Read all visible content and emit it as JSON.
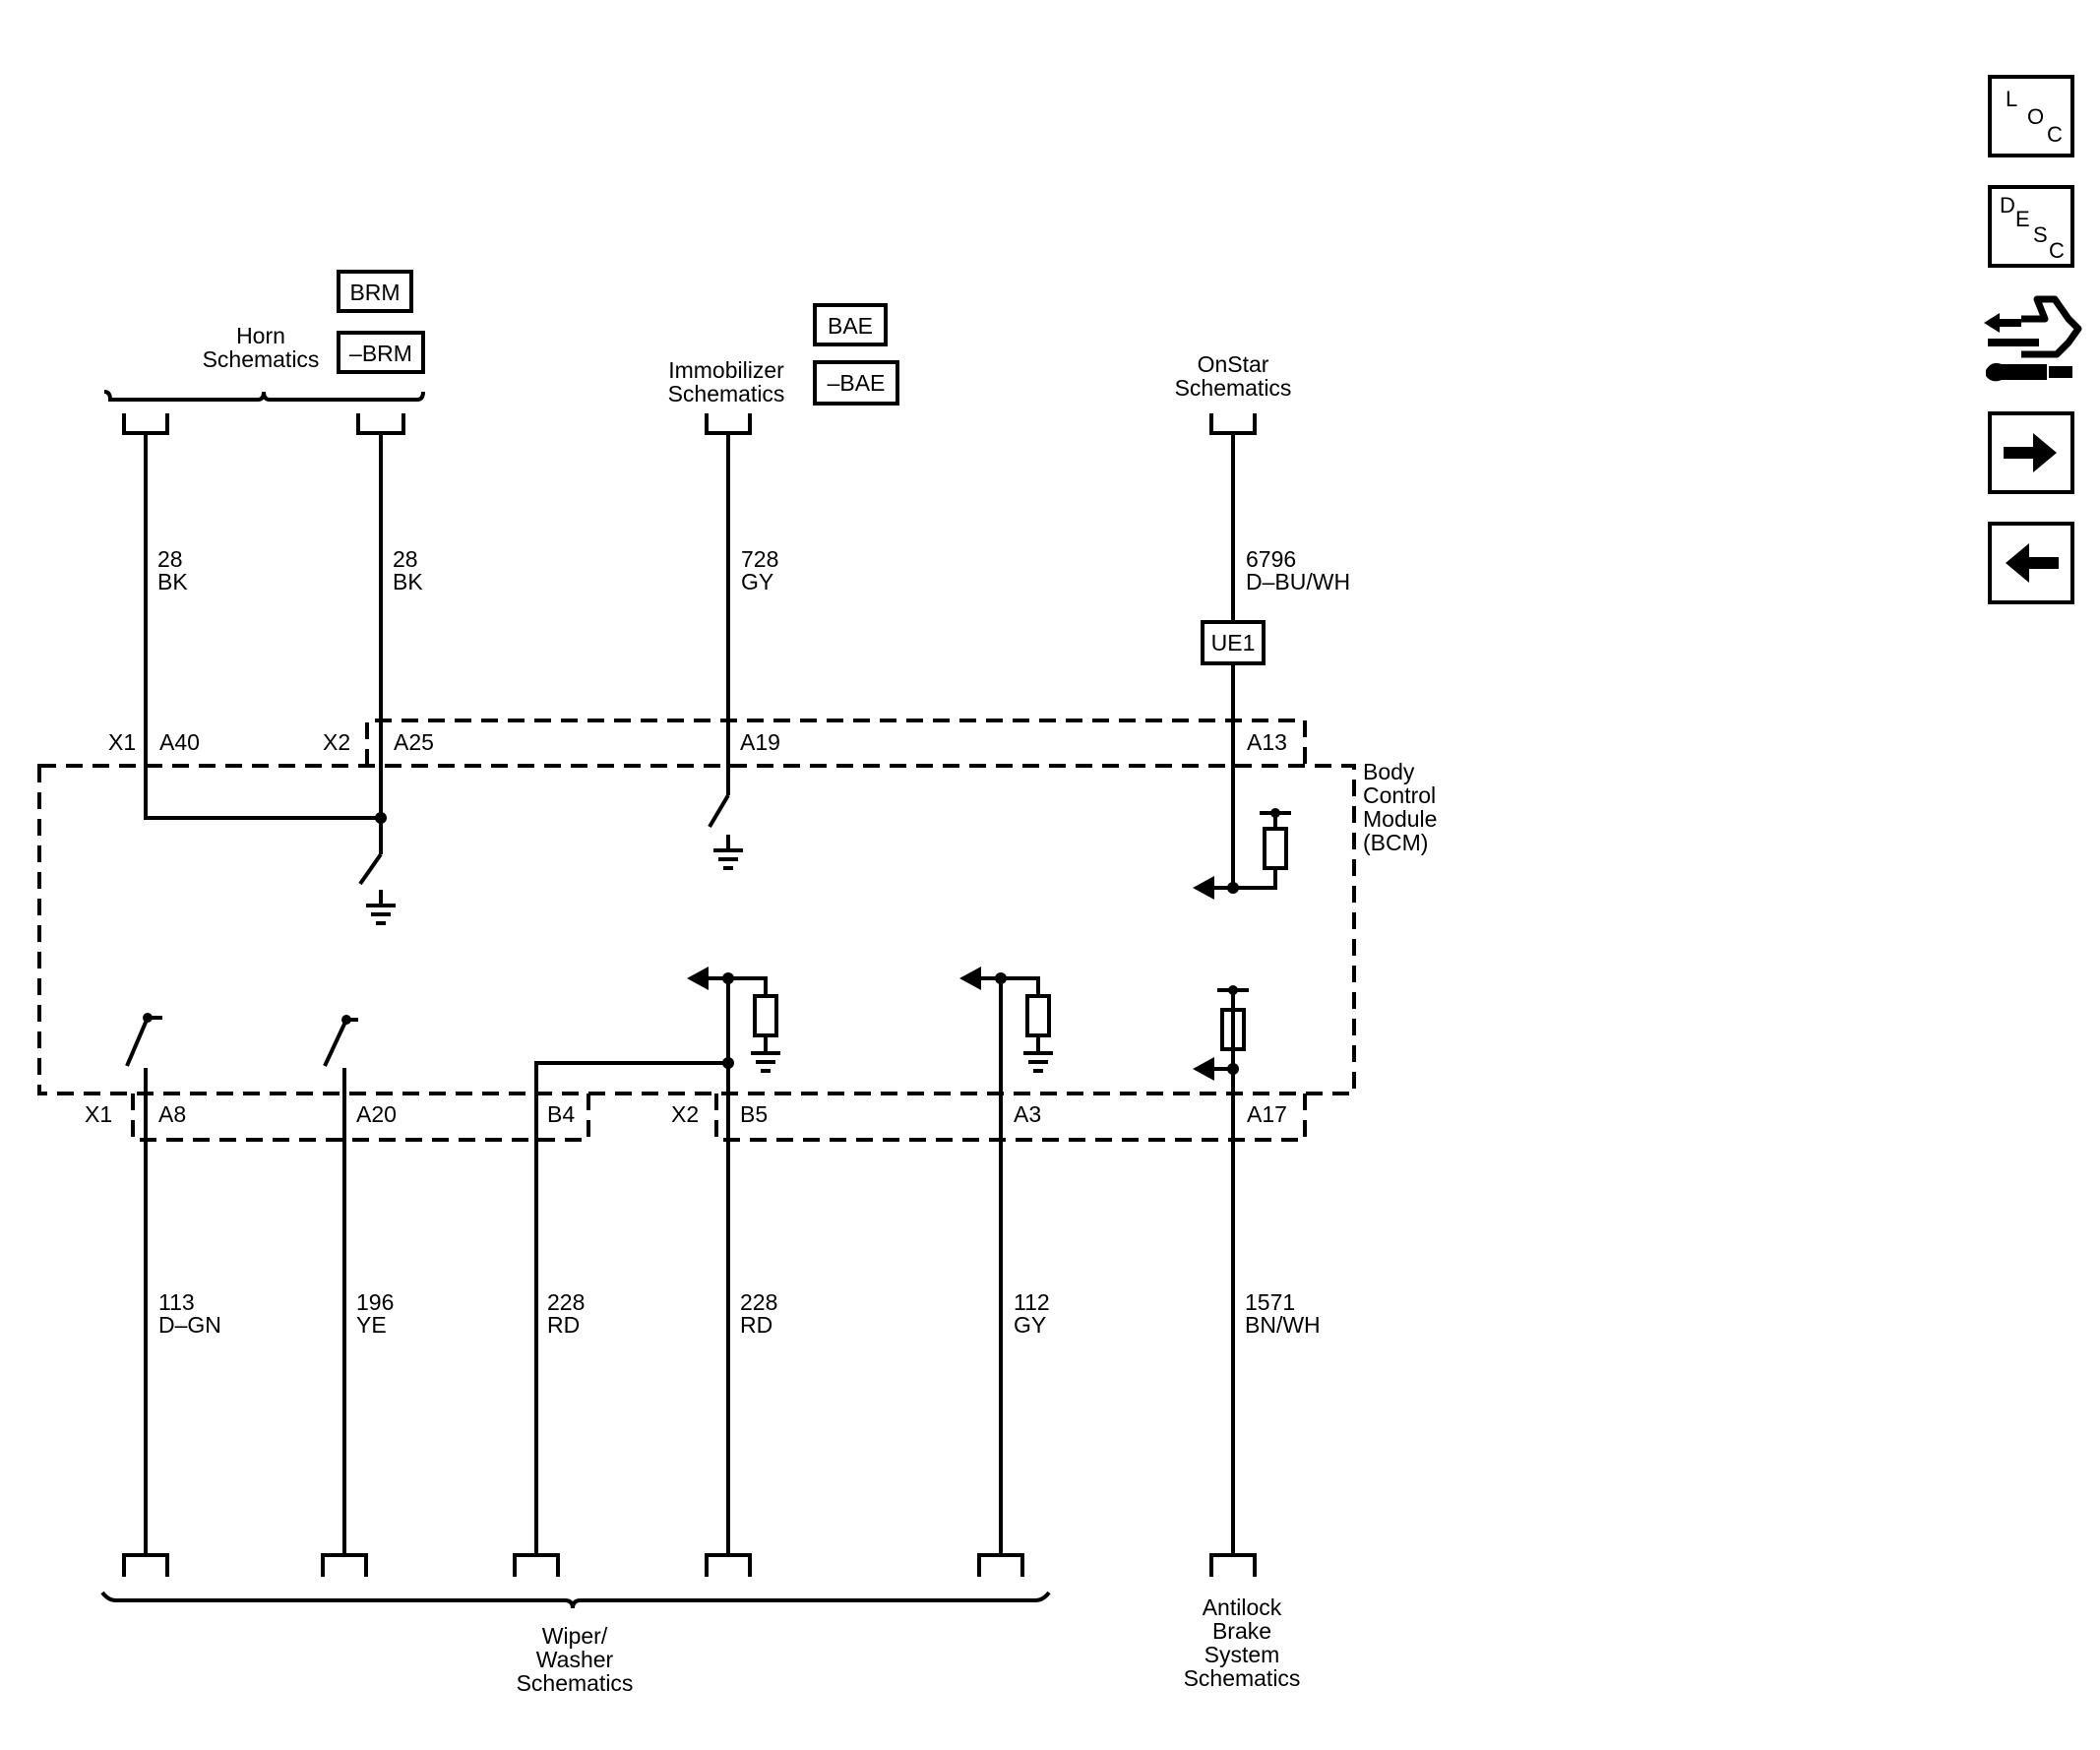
{
  "diagram": {
    "module": {
      "name_lines": [
        "Body",
        "Control",
        "Module",
        "(BCM)"
      ]
    },
    "top_sources": {
      "horn": {
        "lines": [
          "Horn",
          "Schematics"
        ],
        "option_codes": [
          "BRM",
          "–BRM"
        ]
      },
      "immobilizer": {
        "lines": [
          "Immobilizer",
          "Schematics"
        ],
        "option_codes": [
          "BAE",
          "–BAE"
        ]
      },
      "onstar": {
        "lines": [
          "OnStar",
          "Schematics"
        ],
        "option_code": "UE1"
      }
    },
    "bottom_destinations": {
      "wiper_washer": {
        "lines": [
          "Wiper/",
          "Washer",
          "Schematics"
        ]
      },
      "abs": {
        "lines": [
          "Antilock",
          "Brake",
          "System",
          "Schematics"
        ]
      }
    },
    "top_connectors": {
      "x1": "X1",
      "x2": "X2"
    },
    "top_pins": {
      "a40": "A40",
      "a25": "A25",
      "a19": "A19",
      "a13": "A13"
    },
    "bottom_connectors": {
      "x1": "X1",
      "x2": "X2"
    },
    "bottom_pins": {
      "a8": "A8",
      "a20": "A20",
      "b4": "B4",
      "b5": "B5",
      "a3": "A3",
      "a17": "A17"
    },
    "wires": {
      "horn_1": {
        "circuit": "28",
        "color": "BK"
      },
      "horn_2": {
        "circuit": "28",
        "color": "BK"
      },
      "immobilizer": {
        "circuit": "728",
        "color": "GY"
      },
      "onstar": {
        "circuit": "6796",
        "color": "D–BU/WH"
      },
      "a8": {
        "circuit": "113",
        "color": "D–GN"
      },
      "a20": {
        "circuit": "196",
        "color": "YE"
      },
      "b4": {
        "circuit": "228",
        "color": "RD"
      },
      "b5": {
        "circuit": "228",
        "color": "RD"
      },
      "a3": {
        "circuit": "112",
        "color": "GY"
      },
      "a17": {
        "circuit": "1571",
        "color": "BN/WH"
      }
    }
  },
  "nav": {
    "loc": {
      "letters": [
        "L",
        "O",
        "C"
      ],
      "icon": "location-icon"
    },
    "desc": {
      "letters": [
        "D",
        "E",
        "S",
        "C"
      ],
      "icon": "description-icon"
    },
    "tools": {
      "icon": "connector-tool-icon"
    },
    "next": {
      "icon": "arrow-right-icon"
    },
    "prev": {
      "icon": "arrow-left-icon"
    }
  }
}
